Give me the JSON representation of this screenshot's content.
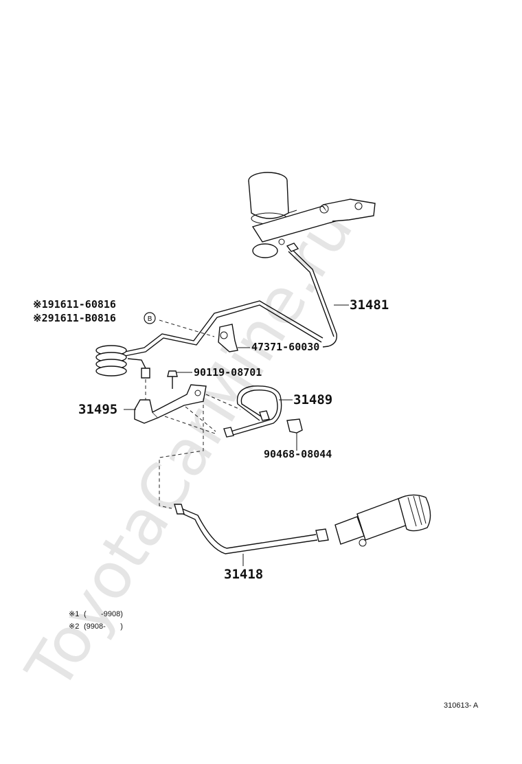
{
  "watermark": "ToyotaCarMine.ru",
  "callouts": {
    "master_cylinder_tube": "31481",
    "clutch_line_1": "※191611-60816",
    "clutch_line_2": "※291611-B0816",
    "marker_b": "B",
    "clamp": "47371-60030",
    "bolt": "90119-08701",
    "bracket": "31495",
    "hose_tube": "31489",
    "clip": "90468-08044",
    "release_hose": "31418"
  },
  "footnotes": {
    "note1_mark": "※1",
    "note1_range": "(       -9908)",
    "note2_mark": "※2",
    "note2_range": "(9908-       )"
  },
  "figure_code": "310613- A"
}
